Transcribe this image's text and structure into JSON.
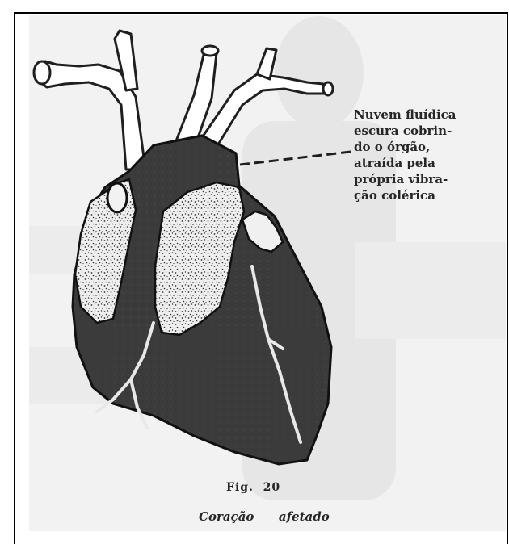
{
  "annotation": {
    "text": "Nuvem fluídica\nescura cobrin-\ndo o órgão,\natraída pela\nprópria vibra-\nção colérica"
  },
  "figure": {
    "number": "Fig.  20",
    "caption": "Coração  afetado"
  },
  "colors": {
    "background": "#ffffff",
    "paper": "#f4f4f4",
    "heart_dark": "#3a3a3a",
    "ink": "#262626"
  }
}
